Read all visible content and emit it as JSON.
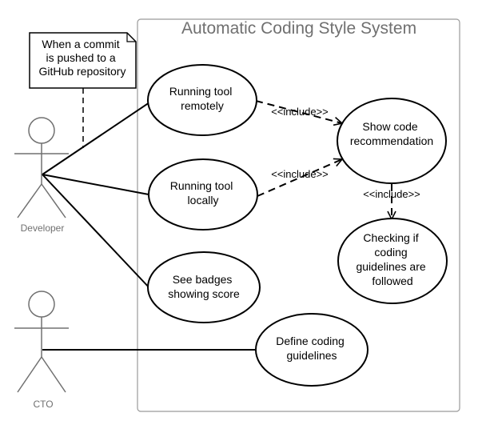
{
  "system": {
    "title": "Automatic Coding Style System"
  },
  "note": {
    "lines": [
      "When a commit",
      "is pushed to a",
      "GitHub repository"
    ]
  },
  "actors": {
    "developer": "Developer",
    "cto": "CTO"
  },
  "use_cases": {
    "remote": [
      "Running tool",
      "remotely"
    ],
    "local": [
      "Running tool",
      "locally"
    ],
    "badges": [
      "See badges",
      "showing score"
    ],
    "guidelines": [
      "Define coding",
      "guidelines"
    ],
    "recommend": [
      "Show code",
      "recommendation"
    ],
    "checking": [
      "Checking if",
      "coding",
      "guidelines are",
      "followed"
    ]
  },
  "relations": {
    "include_label": "<<include>>"
  },
  "colors": {
    "stroke": "#000000",
    "frame": "#9a9a9a",
    "muted_text": "#707070",
    "text": "#000000"
  }
}
